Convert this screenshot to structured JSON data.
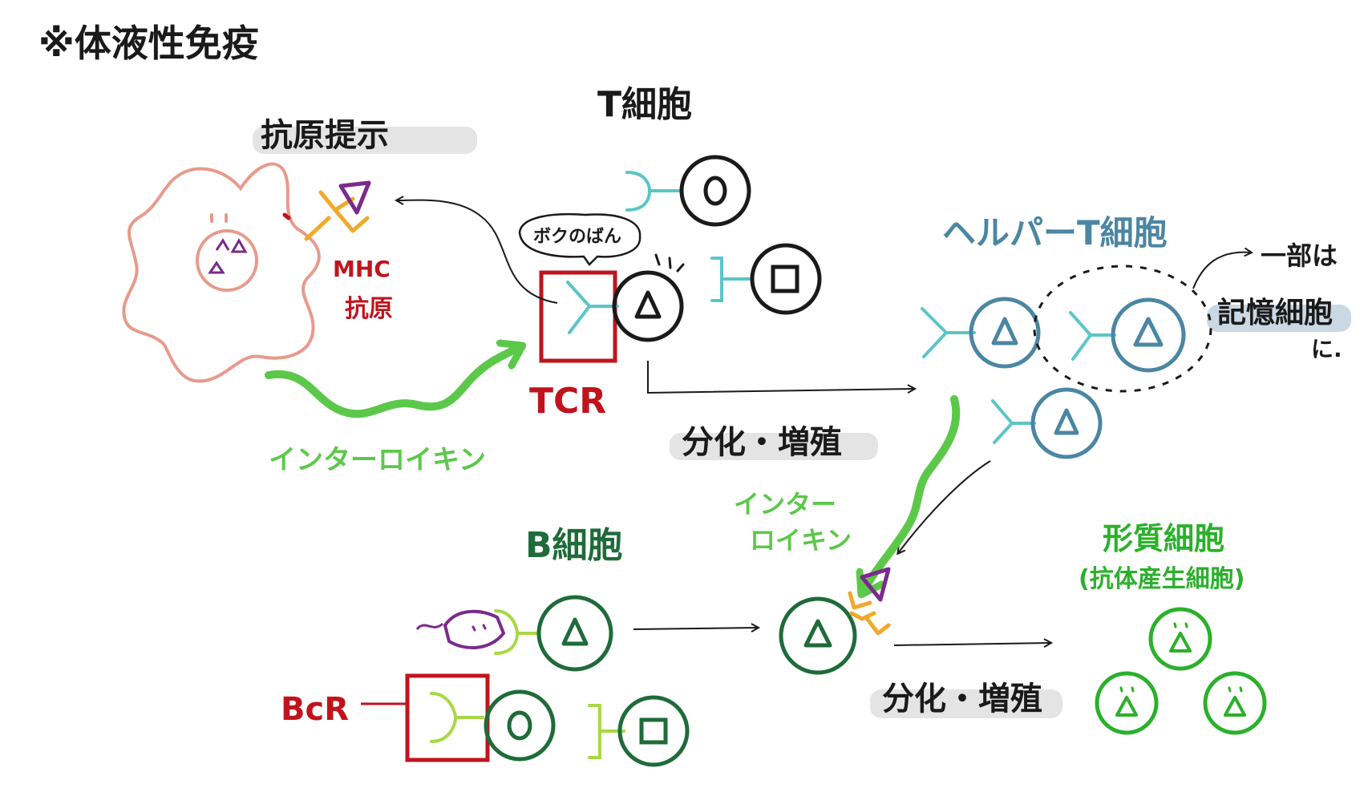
{
  "title": "※体液性免疫",
  "labels": {
    "antigen_presentation": "抗原提示",
    "t_cell": "T細胞",
    "mhc": "MHC",
    "antigen": "抗原",
    "speech": "ボクのばん",
    "tcr": "TCR",
    "interleukin_1": "インターロイキン",
    "diff_prolif_1": "分化・増殖",
    "helper_t": "ヘルパーT細胞",
    "memory_1": "一部は",
    "memory_2": "記憶細胞",
    "memory_3": "に.",
    "b_cell": "B細胞",
    "interleukin_2a": "インター",
    "interleukin_2b": "ロイキン",
    "bcr": "BcR",
    "diff_prolif_2": "分化・増殖",
    "plasma_cell": "形質細胞",
    "antibody_cell": "(抗体産生細胞)"
  },
  "colors": {
    "black": "#1a1a1a",
    "red": "#c0141c",
    "green_arrow": "#5cc84a",
    "dark_green": "#1f6b3a",
    "light_green": "#a9d843",
    "teal": "#5bc5c8",
    "blue": "#4b86a3",
    "purple": "#7a2a8c",
    "orange": "#f1a92b",
    "pink": "#e79a8c",
    "plasma_green": "#2bb02b",
    "highlight_gray": "#e4e4e4",
    "highlight_blue": "#c9d8e3"
  }
}
